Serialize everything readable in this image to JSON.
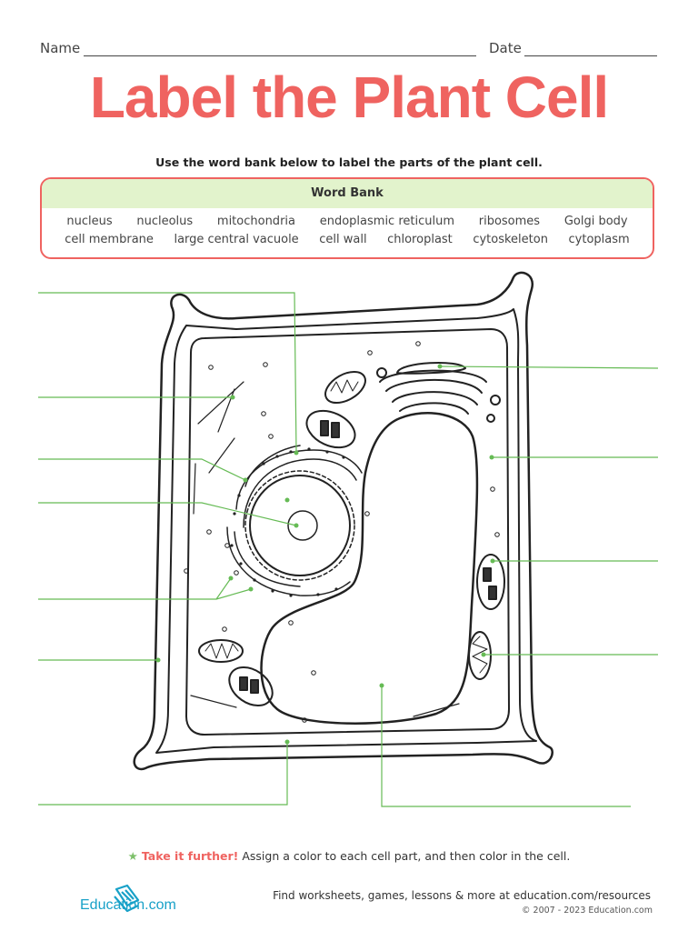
{
  "header": {
    "name_label": "Name",
    "date_label": "Date"
  },
  "title": "Label the Plant Cell",
  "instruction": "Use the word bank below to label the parts of the plant cell.",
  "word_bank": {
    "heading": "Word Bank",
    "row1": [
      "nucleus",
      "nucleolus",
      "mitochondria",
      "endoplasmic reticulum",
      "ribosomes",
      "Golgi body"
    ],
    "row2": [
      "cell membrane",
      "large central vacuole",
      "cell wall",
      "chloroplast",
      "cytoskeleton",
      "cytoplasm"
    ]
  },
  "footer": {
    "tip_star": "★",
    "tip_emphasis": "Take it further!",
    "tip_text": " Assign a color to each cell part, and then color in the cell.",
    "brand": "Education.com",
    "find_text": "Find worksheets, games, lessons & more at education.com/resources",
    "copyright": "© 2007 - 2023 Education.com"
  },
  "colors": {
    "title": "#ef6360",
    "wordbank_border": "#ef6360",
    "wordbank_header_bg": "#e2f3cc",
    "label_lines": "#66bb55",
    "brand": "#18a1c8"
  }
}
